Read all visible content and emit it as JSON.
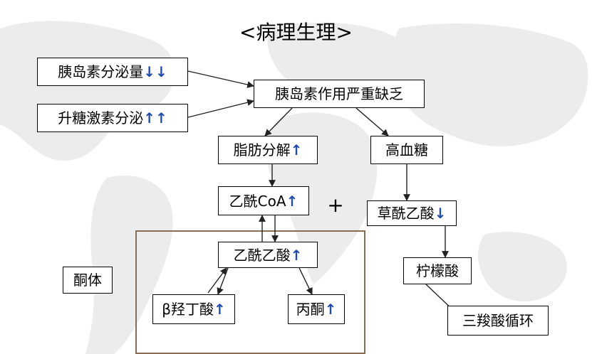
{
  "title": "<病理生理>",
  "plus": "+",
  "colors": {
    "arrow_up_down": "#1f4aa8",
    "frame_border": "#8b6b52",
    "line": "#222222"
  },
  "nodes": {
    "insulin_secretion": {
      "text": "胰岛素分泌量",
      "arrow": "↓↓"
    },
    "glucagon_secretion": {
      "text": "升糖激素分泌",
      "arrow": "↑↑"
    },
    "insulin_deficiency": {
      "text": "胰岛素作用严重缺乏",
      "arrow": ""
    },
    "lipolysis": {
      "text": "脂肪分解",
      "arrow": "↑"
    },
    "hyperglycemia": {
      "text": "高血糖",
      "arrow": ""
    },
    "acetyl_coa": {
      "text": "乙酰CoA",
      "arrow": "↑"
    },
    "oxaloacetate": {
      "text": "草酰乙酸",
      "arrow": "↓"
    },
    "acetoacetate": {
      "text": "乙酰乙酸",
      "arrow": "↑"
    },
    "citrate": {
      "text": "柠檬酸",
      "arrow": ""
    },
    "ketone_bodies": {
      "text": "酮体",
      "arrow": ""
    },
    "beta_hydroxybutyrate": {
      "text": "β羟丁酸",
      "arrow": "↑"
    },
    "acetone": {
      "text": "丙酮",
      "arrow": "↑"
    },
    "tca_cycle": {
      "text": "三羧酸循环",
      "arrow": ""
    }
  }
}
